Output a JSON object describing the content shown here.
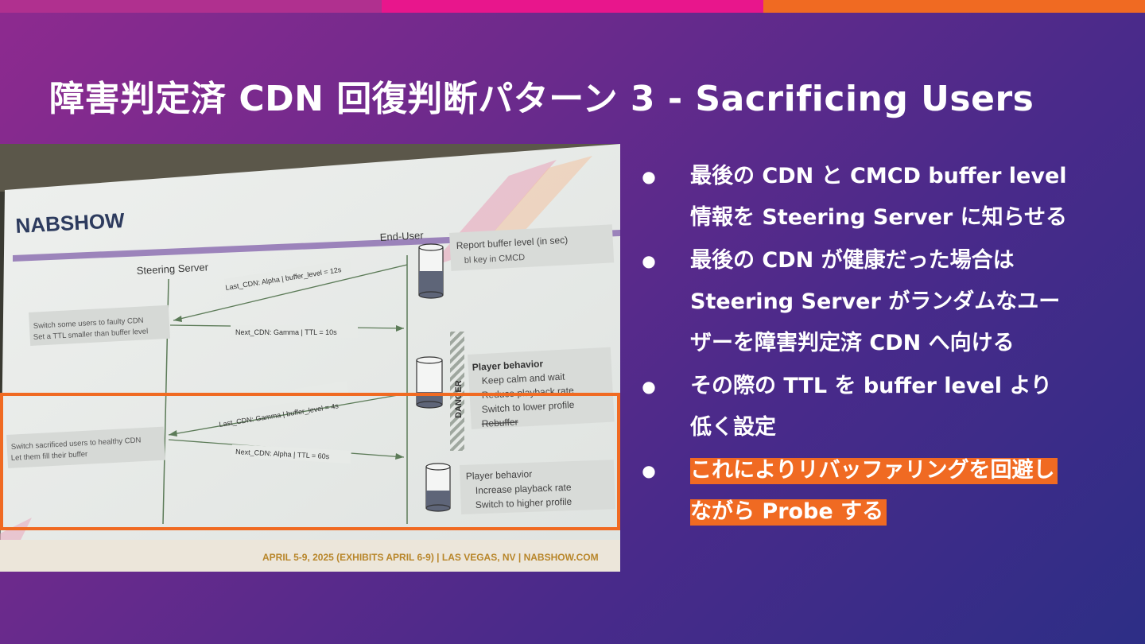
{
  "colors": {
    "bar_left": "#b0308f",
    "bar_mid": "#e8168c",
    "bar_right": "#f06a22",
    "highlight": "#f06a22",
    "text": "#ffffff"
  },
  "title": "障害判定済 CDN 回復判断パターン 3 - Sacrificing Users",
  "bullets": [
    {
      "lines": [
        "最後の CDN と CMCD buffer level",
        "情報を Steering Server に知らせる"
      ],
      "highlighted": false
    },
    {
      "lines": [
        "最後の CDN が健康だった場合は",
        "Steering Server がランダムなユー",
        "ザーを障害判定済 CDN へ向ける"
      ],
      "highlighted": false
    },
    {
      "lines": [
        "その際の TTL を buffer level より",
        "低く設定"
      ],
      "highlighted": false
    },
    {
      "lines": [
        "これによりリバッファリングを回避し",
        "ながら Probe する"
      ],
      "highlighted": true
    }
  ],
  "bullet_symbol": "●",
  "slide_photo": {
    "logo": "NABSHOW",
    "steering_server": "Steering Server",
    "end_user": "End-User",
    "report_label": "Report buffer level (in sec)",
    "report_sub": "bl key in CMCD",
    "msg1": "Last_CDN: Alpha | buffer_level = 12s",
    "msg2": "Next_CDN: Gamma | TTL = 10s",
    "switch1_line1": "Switch some users to faulty CDN",
    "switch1_line2": "Set a TTL smaller than buffer level",
    "danger": "DANGER",
    "player_behavior_1": "Player behavior",
    "pb1_items": [
      "Keep calm and wait",
      "Reduce playback rate",
      "Switch to lower profile",
      "Rebuffer"
    ],
    "msg3": "Last_CDN: Gamma | buffer_level = 4s",
    "msg4": "Next_CDN: Alpha | TTL = 60s",
    "switch2_line1": "Switch sacrificed users to healthy CDN",
    "switch2_line2": "Let them fill their buffer",
    "player_behavior_2": "Player behavior",
    "pb2_items": [
      "Increase playback rate",
      "Switch to higher profile"
    ],
    "footer": "APRIL 5-9, 2025 (EXHIBITS APRIL 6-9) | LAS VEGAS, NV | NABSHOW.COM"
  }
}
